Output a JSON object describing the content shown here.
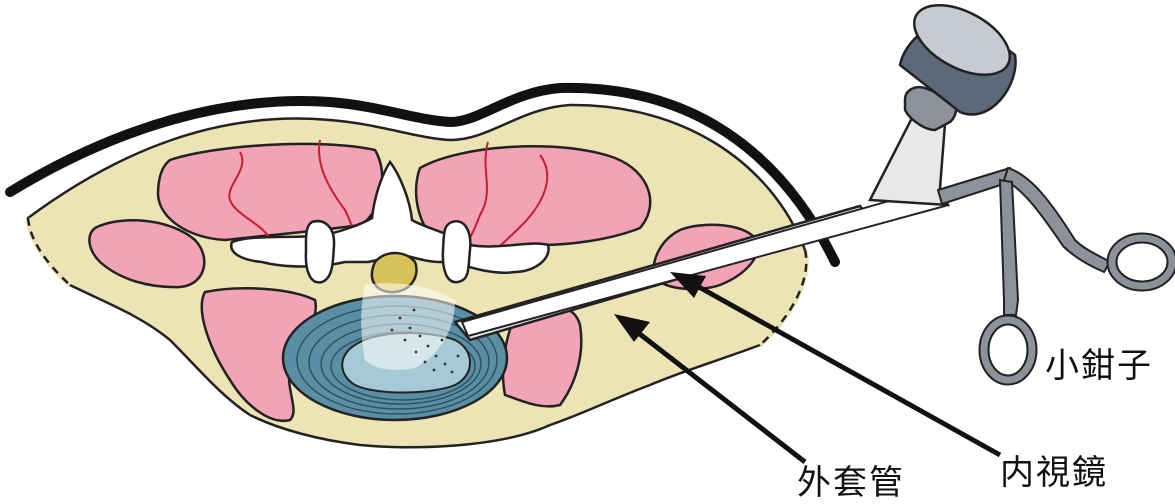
{
  "labels": {
    "forceps": "小鉗子",
    "endoscope": "内視鏡",
    "outer_sheath": "外套管"
  },
  "colors": {
    "tissue": "#ece4b4",
    "muscle": "#f2a3b6",
    "muscle_line": "#c81e2e",
    "bone": "#ffffff",
    "spinal_cord": "#d8c35a",
    "disc_outer": "#5a8ea4",
    "disc_inner": "#a5cad6",
    "instrument_metal": "#8d9199",
    "instrument_dark": "#5d6878",
    "instrument_light": "#e7e8ea",
    "outline": "#111111"
  }
}
